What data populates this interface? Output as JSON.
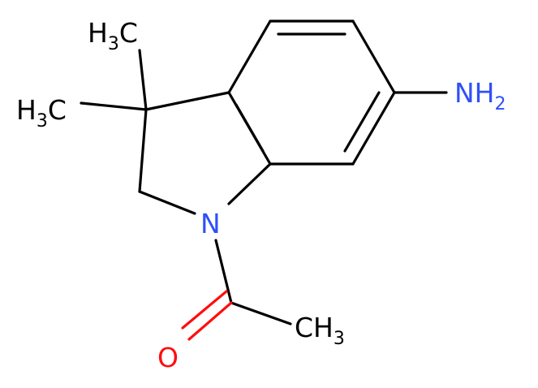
{
  "colors": {
    "carbon": "#000000",
    "nitrogen": "#3050f8",
    "oxygen": "#ff0d0d",
    "background": "#ffffff"
  },
  "labels": {
    "methyl_top": {
      "main": "H",
      "sub": "3",
      "tail": "C"
    },
    "methyl_left": {
      "main": "H",
      "sub": "3",
      "tail": "C"
    },
    "amine": {
      "main": "NH",
      "sub": "2"
    },
    "ring_nitrogen": {
      "main": "N"
    },
    "carbonyl_oxygen": {
      "main": "O"
    },
    "acetyl_methyl": {
      "main": "CH",
      "sub": "3"
    }
  }
}
